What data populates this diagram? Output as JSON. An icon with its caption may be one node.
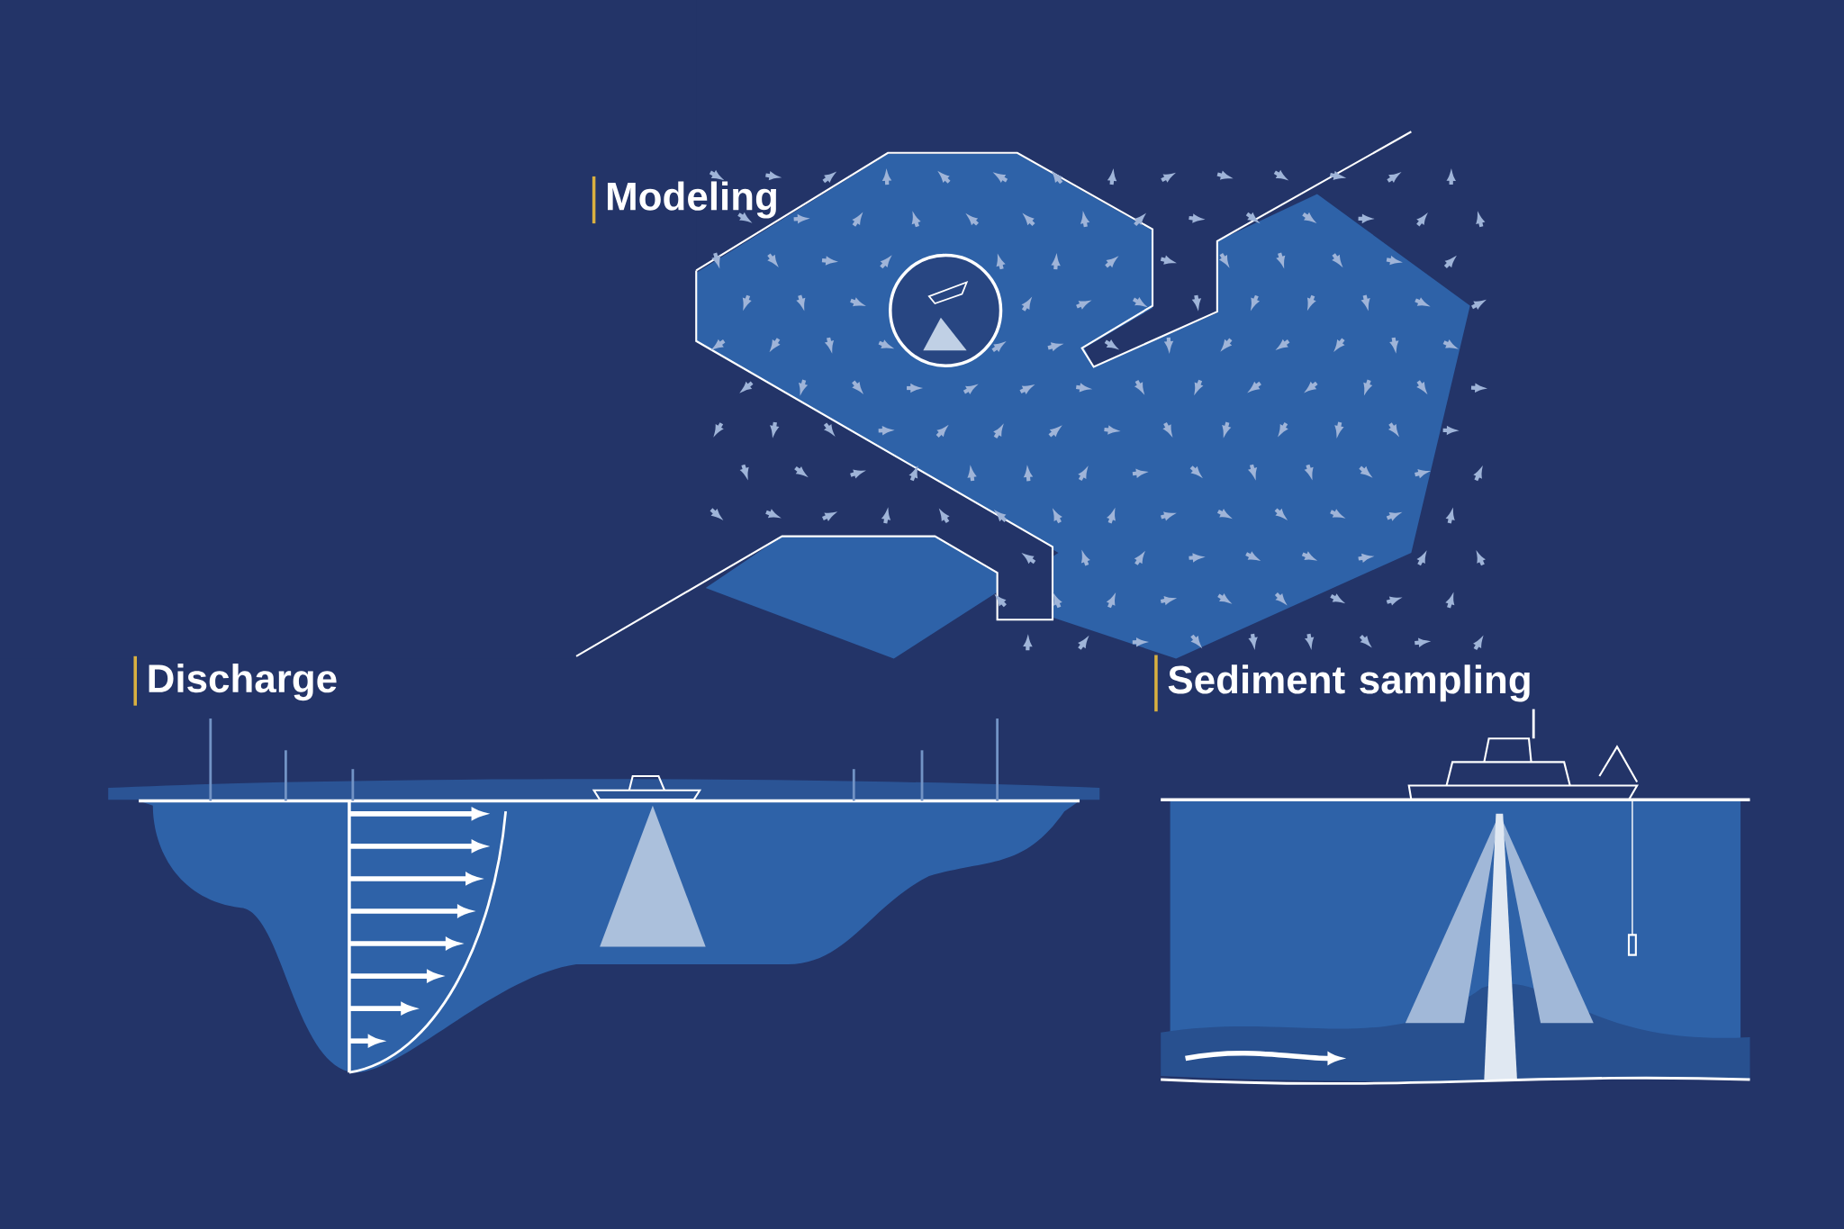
{
  "diagram": {
    "labels": [
      "Modeling",
      "Discharge",
      "Sediment sampling"
    ]
  }
}
